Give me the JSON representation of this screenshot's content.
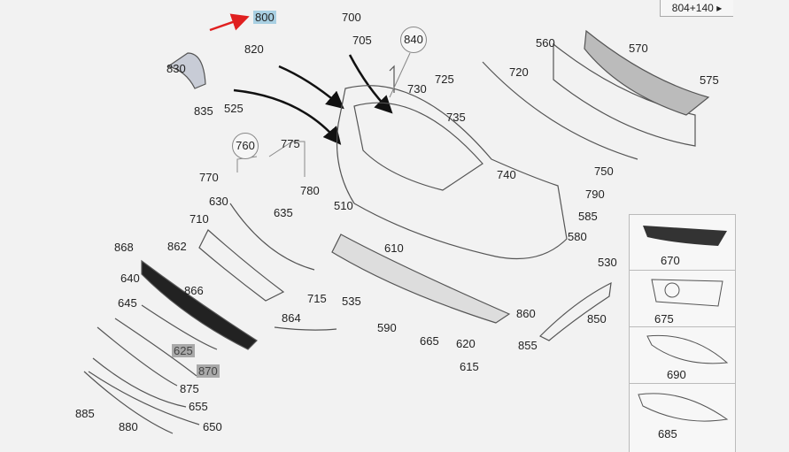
{
  "reference": {
    "label": "804+140",
    "arrow": "▸"
  },
  "highlighted_parts": {
    "selected": "800",
    "marked": [
      "625",
      "870"
    ]
  },
  "colors": {
    "background": "#f2f2f2",
    "selected_highlight": "#a9d0e3",
    "marked_highlight": "#a9a9a9",
    "pointer_arrow": "#e02020"
  },
  "labels": [
    "800",
    "700",
    "705",
    "820",
    "840",
    "830",
    "835",
    "525",
    "725",
    "730",
    "735",
    "720",
    "560",
    "570",
    "575",
    "760",
    "775",
    "770",
    "780",
    "510",
    "630",
    "635",
    "710",
    "740",
    "750",
    "790",
    "585",
    "580",
    "530",
    "610",
    "868",
    "862",
    "640",
    "866",
    "715",
    "535",
    "645",
    "864",
    "860",
    "850",
    "590",
    "665",
    "625",
    "620",
    "855",
    "870",
    "615",
    "875",
    "655",
    "885",
    "880",
    "650"
  ],
  "panels": [
    "670",
    "675",
    "690",
    "685"
  ]
}
